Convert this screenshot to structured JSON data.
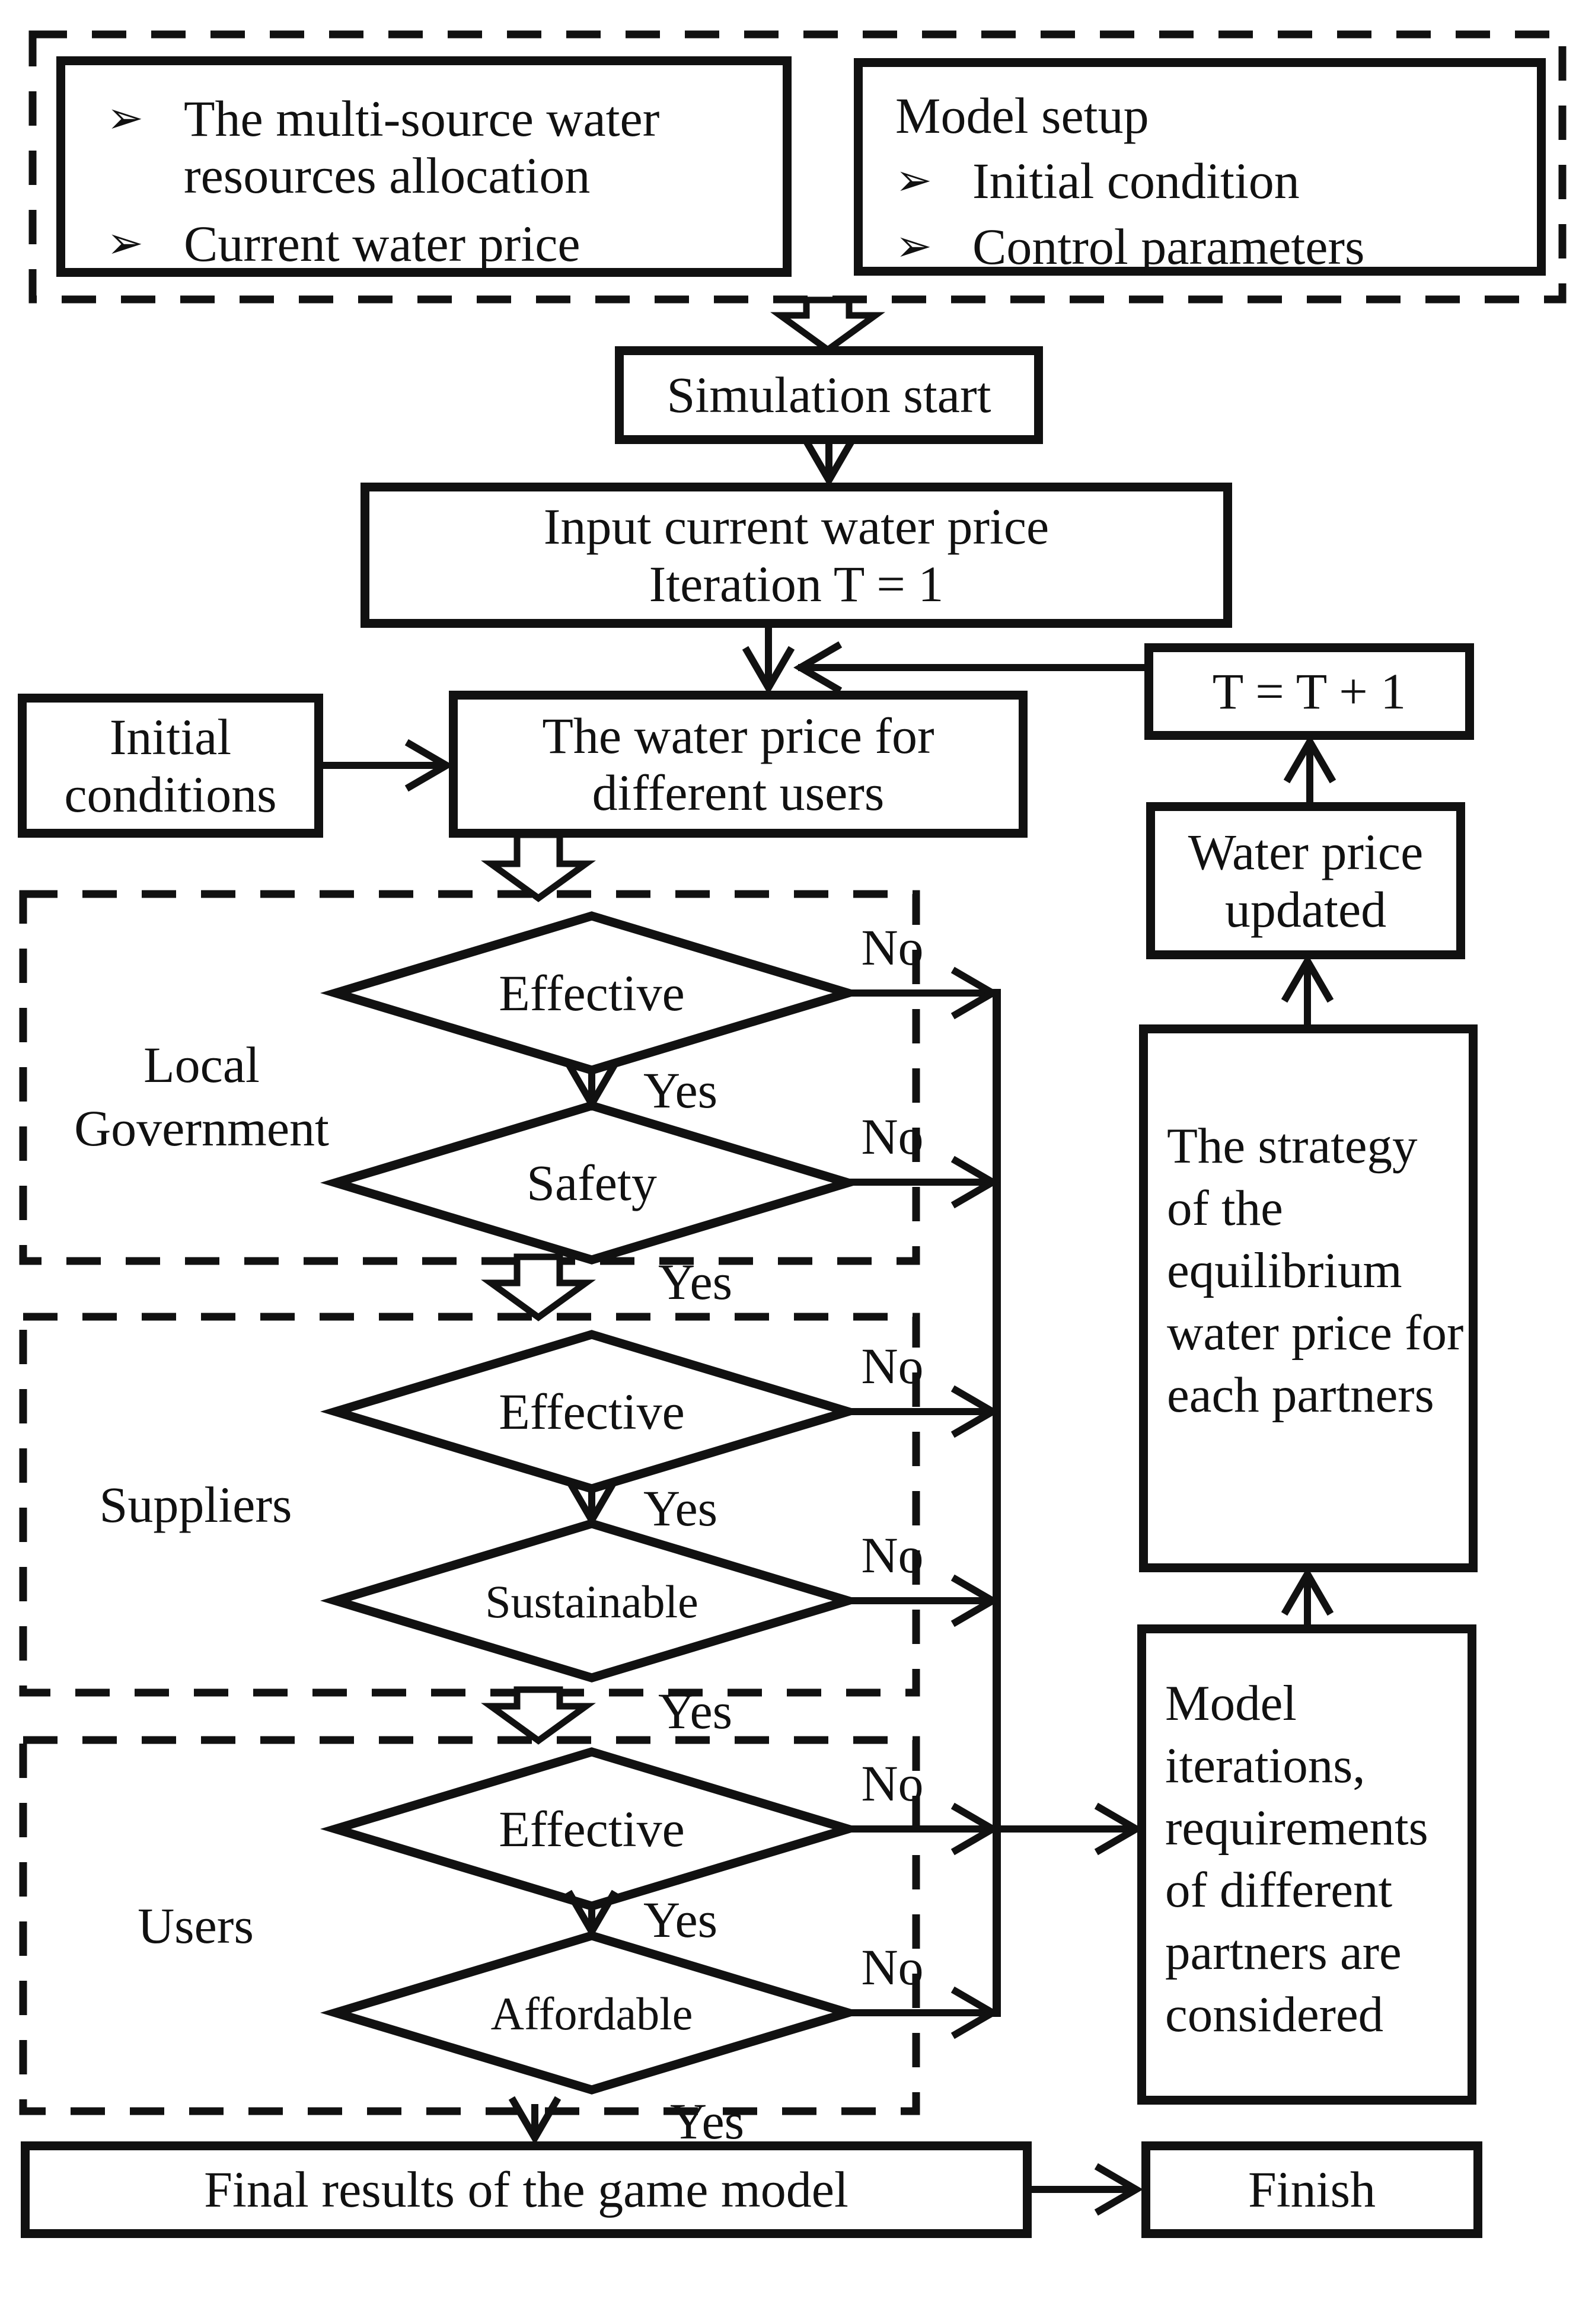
{
  "palette": {
    "ink": "#111111",
    "paper": "#ffffff"
  },
  "bullet_icon": "➢",
  "setup_panel": {
    "data_box": {
      "items": [
        "The multi-source water resources allocation",
        "Current water price"
      ]
    },
    "model_box": {
      "title": "Model setup",
      "items": [
        "Initial condition",
        "Control parameters"
      ]
    }
  },
  "nodes": {
    "simulation_start": "Simulation start",
    "input_price_line1": "Input current water price",
    "input_price_line2": "Iteration T = 1",
    "initial_conditions": "Initial conditions",
    "water_price_users": "The water price for different users",
    "iteration_update": "T = T + 1",
    "water_price_updated": "Water price updated",
    "strategy": "The strategy of the equilibrium water price for each partners",
    "model_iterations": "Model iterations, requirements of different partners are considered",
    "final_results": "Final results of the game model",
    "finish": "Finish"
  },
  "sections": [
    {
      "label": "Local Government",
      "decision1": "Effective",
      "decision2": "Safety"
    },
    {
      "label": "Suppliers",
      "decision1": "Effective",
      "decision2": "Sustainable"
    },
    {
      "label": "Users",
      "decision1": "Effective",
      "decision2": "Affordable"
    }
  ],
  "edge_labels": {
    "yes": "Yes",
    "no": "No"
  }
}
